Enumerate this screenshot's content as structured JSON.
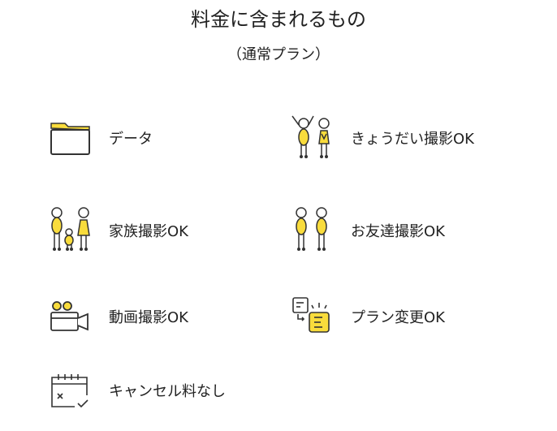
{
  "title": "料金に含まれるもの",
  "subtitle": "（通常プラン）",
  "colors": {
    "accent": "#f9dc3c",
    "stroke": "#333333"
  },
  "items": [
    {
      "label": "データ",
      "icon": "folder-icon"
    },
    {
      "label": "きょうだい撮影OK",
      "icon": "siblings-icon"
    },
    {
      "label": "家族撮影OK",
      "icon": "family-icon"
    },
    {
      "label": "お友達撮影OK",
      "icon": "friends-icon"
    },
    {
      "label": "動画撮影OK",
      "icon": "video-camera-icon"
    },
    {
      "label": "プラン変更OK",
      "icon": "plan-change-icon"
    },
    {
      "label": "キャンセル料なし",
      "icon": "calendar-cancel-icon"
    }
  ]
}
